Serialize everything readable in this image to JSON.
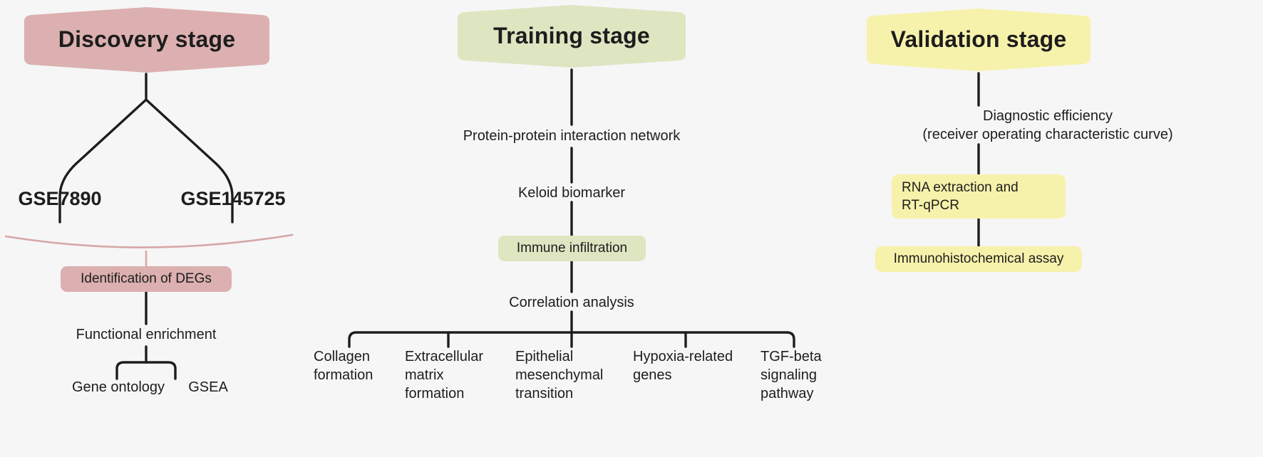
{
  "figure": {
    "background": "#f6f6f6",
    "ink": "#1d1d1d"
  },
  "palette": {
    "discovery_fill": "#dcb0b0",
    "discovery_edge": "#d9a9a9",
    "training_fill": "#dee5c1",
    "validation_fill": "#f7f2ab",
    "line": "#1d1d1d"
  },
  "columns": [
    {
      "key": "discovery",
      "banner": "Discovery stage",
      "accent": "#dcb0b0",
      "nodes": [
        {
          "id": "gse7890",
          "label": "GSE7890",
          "style": "plain-strong"
        },
        {
          "id": "gse145725",
          "label": "GSE145725",
          "style": "plain-strong"
        },
        {
          "id": "degs",
          "label": "Identification of DEGs",
          "style": "box"
        },
        {
          "id": "functional",
          "label": "Functional enrichment",
          "style": "plain"
        },
        {
          "id": "go",
          "label": "Gene ontology",
          "style": "plain"
        },
        {
          "id": "gsea",
          "label": "GSEA",
          "style": "plain"
        }
      ]
    },
    {
      "key": "training",
      "banner": "Training stage",
      "accent": "#dee5c1",
      "nodes": [
        {
          "id": "ppi",
          "label": "Protein-protein interaction network",
          "style": "plain"
        },
        {
          "id": "keloid",
          "label": "Keloid biomarker",
          "style": "plain"
        },
        {
          "id": "immune",
          "label": "Immune infiltration",
          "style": "box"
        },
        {
          "id": "correlation",
          "label": "Correlation analysis",
          "style": "plain"
        },
        {
          "id": "collagen",
          "label": "Collagen\nformation",
          "style": "plain"
        },
        {
          "id": "ecm",
          "label": "Extracellular\nmatrix\nformation",
          "style": "plain"
        },
        {
          "id": "emt",
          "label": "Epithelial\nmesenchymal\ntransition",
          "style": "plain"
        },
        {
          "id": "hypoxia",
          "label": "Hypoxia-related\ngenes",
          "style": "plain"
        },
        {
          "id": "tgfbeta",
          "label": "TGF-beta\nsignaling\npathway",
          "style": "plain"
        }
      ]
    },
    {
      "key": "validation",
      "banner": "Validation stage",
      "accent": "#f7f2ab",
      "nodes": [
        {
          "id": "roc",
          "label": "Diagnostic efficiency\n(receiver operating characteristic curve)",
          "style": "plain"
        },
        {
          "id": "rna",
          "label": "RNA extraction and\nRT-qPCR",
          "style": "box"
        },
        {
          "id": "ihc",
          "label": "Immunohistochemical assay",
          "style": "box"
        }
      ]
    }
  ],
  "text": {
    "discovery_banner": "Discovery stage",
    "training_banner": "Training stage",
    "validation_banner": "Validation stage",
    "gse7890": "GSE7890",
    "gse145725": "GSE145725",
    "degs": "Identification of DEGs",
    "functional": "Functional enrichment",
    "gene_ontology": "Gene ontology",
    "gsea": "GSEA",
    "ppi": "Protein-protein interaction network",
    "keloid": "Keloid biomarker",
    "immune": "Immune infiltration",
    "correlation": "Correlation analysis",
    "collagen_l1": "Collagen",
    "collagen_l2": "formation",
    "ecm_l1": "Extracellular",
    "ecm_l2": "matrix",
    "ecm_l3": "formation",
    "emt_l1": "Epithelial",
    "emt_l2": "mesenchymal",
    "emt_l3": "transition",
    "hypoxia_l1": "Hypoxia-related",
    "hypoxia_l2": "genes",
    "tgf_l1": "TGF-beta",
    "tgf_l2": "signaling",
    "tgf_l3": "pathway",
    "roc_l1": "Diagnostic efficiency",
    "roc_l2": "(receiver operating characteristic curve)",
    "rna_l1": "RNA extraction and",
    "rna_l2": "RT-qPCR",
    "ihc": "Immunohistochemical assay"
  }
}
